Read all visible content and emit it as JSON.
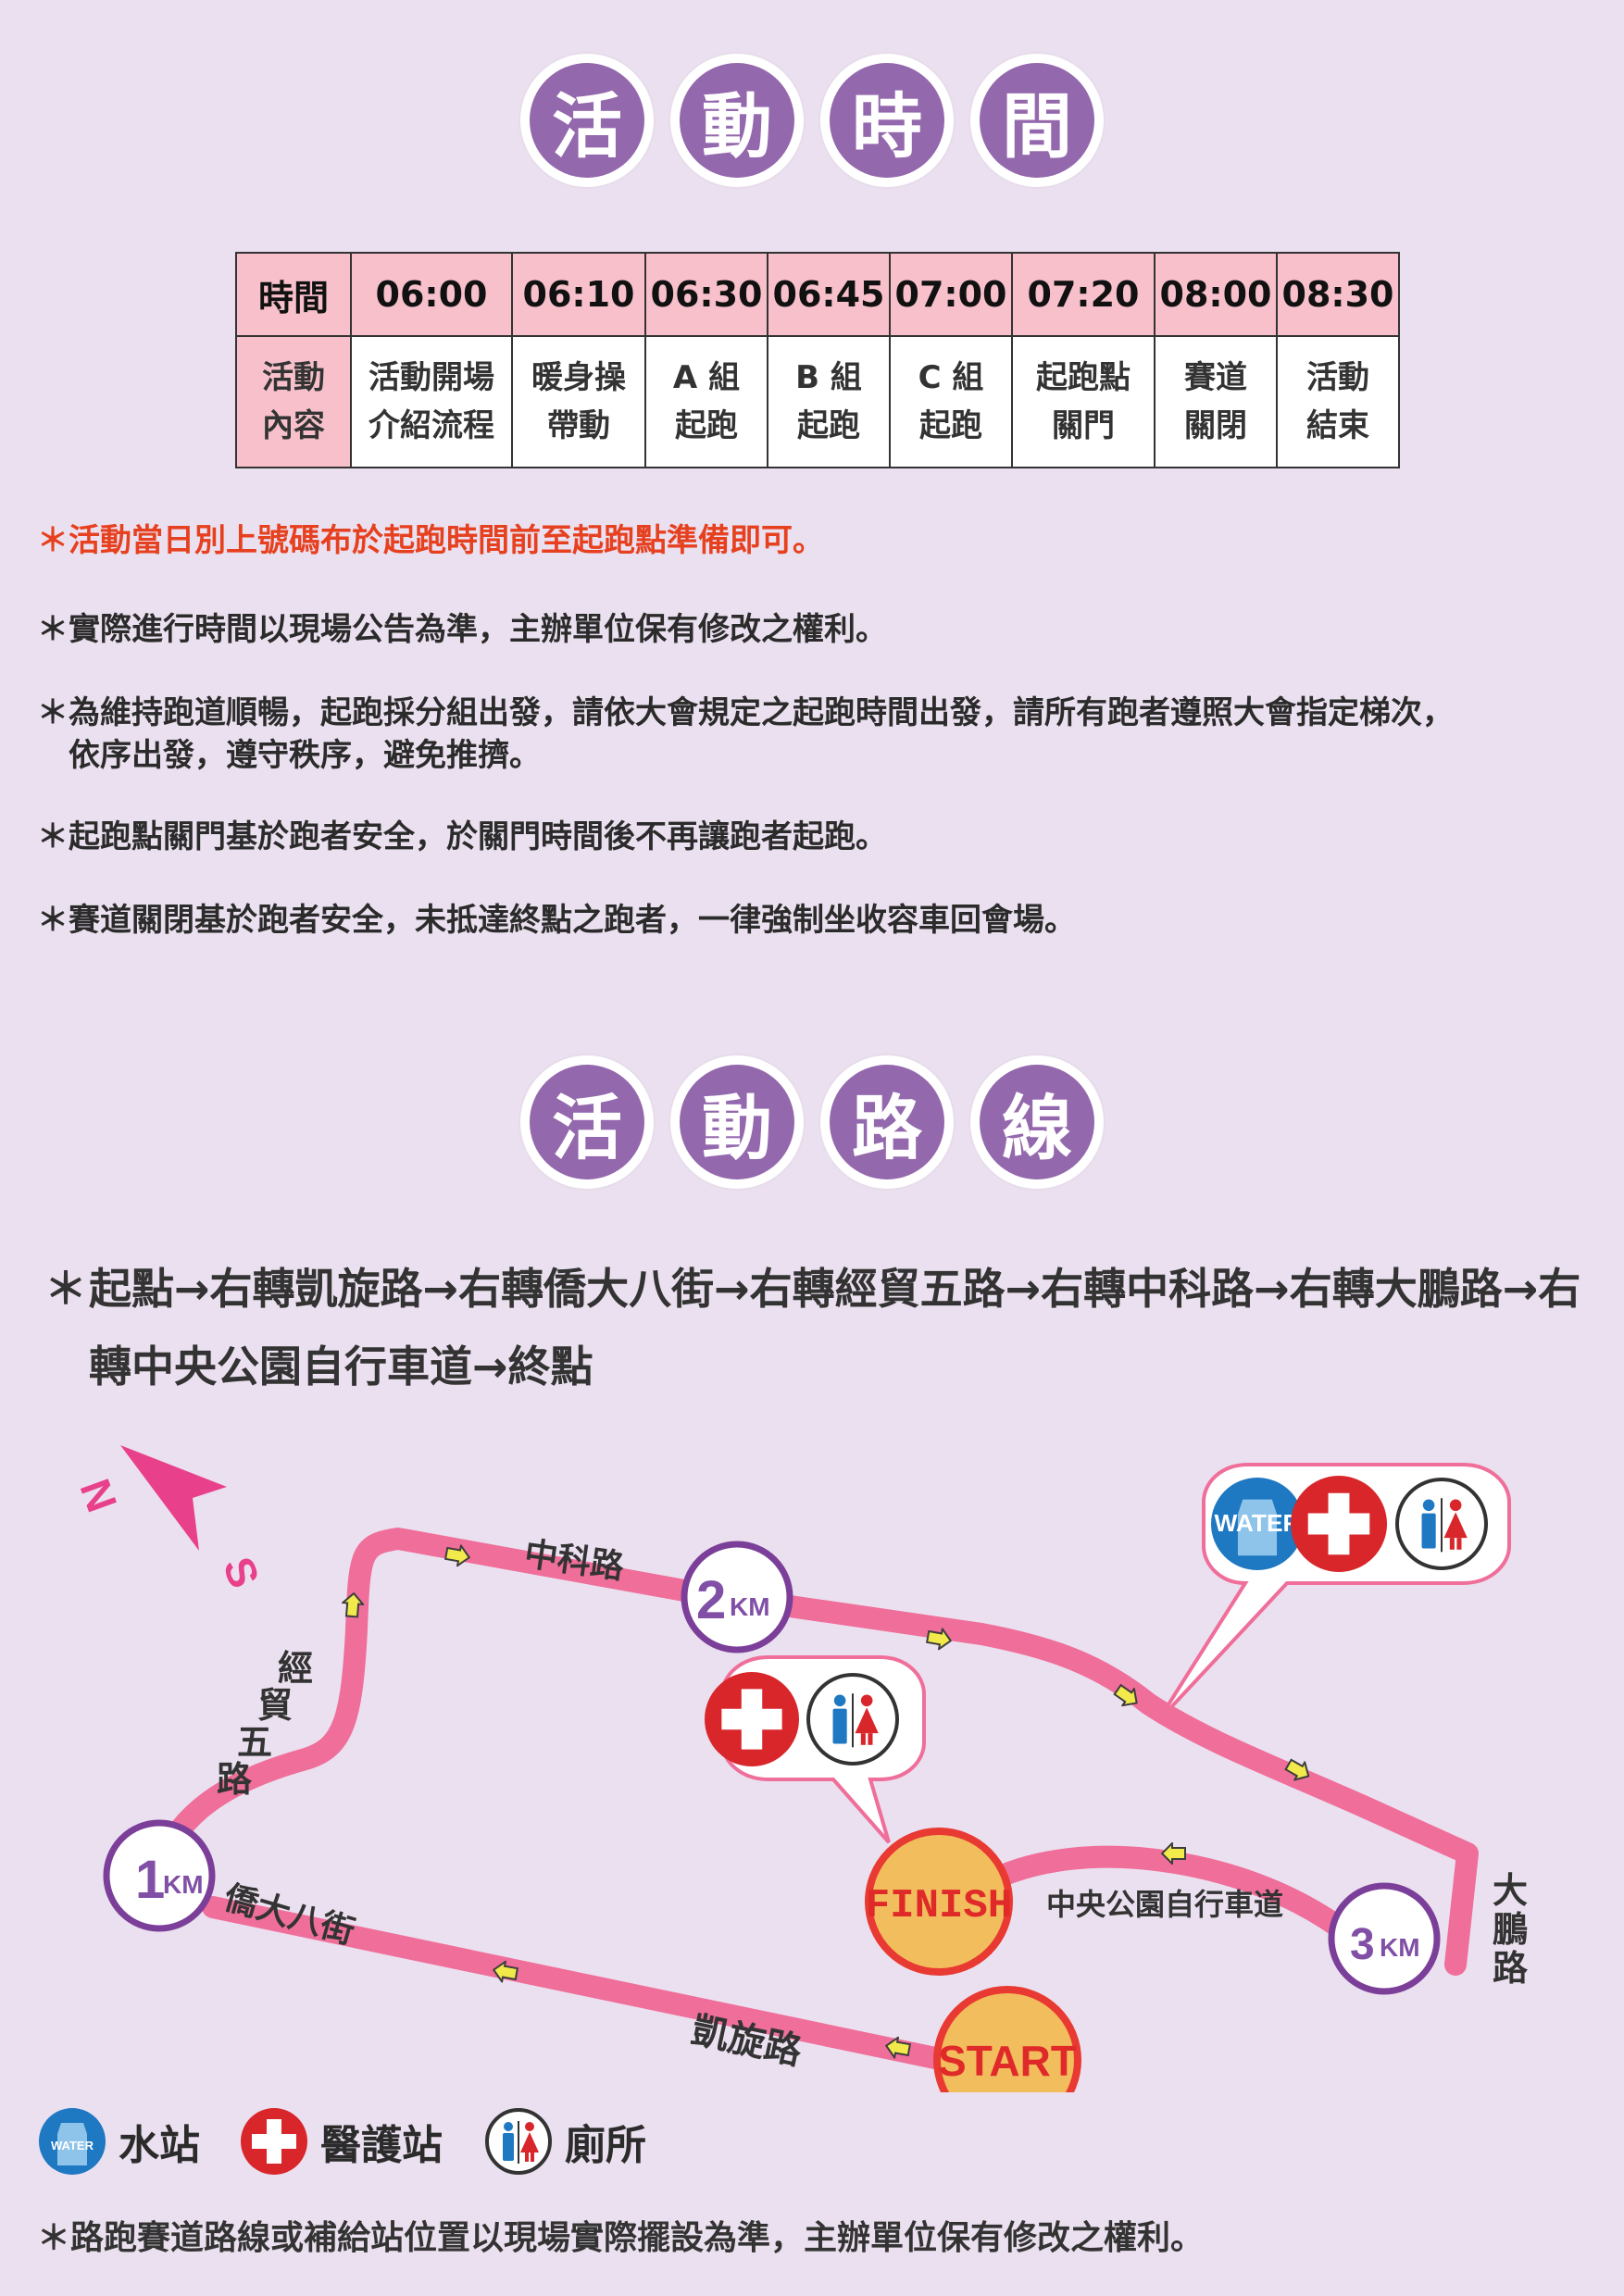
{
  "section1": {
    "title_chars": [
      "活",
      "動",
      "時",
      "間"
    ]
  },
  "schedule": {
    "row1_header": "時間",
    "row2_header_line1": "活動",
    "row2_header_line2": "內容",
    "items": [
      {
        "time": "06:00",
        "line1": "活動開場",
        "line2": "介紹流程"
      },
      {
        "time": "06:10",
        "line1": "暖身操",
        "line2": "帶動"
      },
      {
        "time": "06:30",
        "line1": "A 組",
        "line2": "起跑"
      },
      {
        "time": "06:45",
        "line1": "B 組",
        "line2": "起跑"
      },
      {
        "time": "07:00",
        "line1": "C 組",
        "line2": "起跑"
      },
      {
        "time": "07:20",
        "line1": "起跑點",
        "line2": "關門"
      },
      {
        "time": "08:00",
        "line1": "賽道",
        "line2": "關閉"
      },
      {
        "time": "08:30",
        "line1": "活動",
        "line2": "結束"
      }
    ]
  },
  "notes": [
    "＊活動當日別上號碼布於起跑時間前至起跑點準備即可。",
    "＊實際進行時間以現場公告為準，主辦單位保有修改之權利。",
    "＊為維持跑道順暢，起跑採分組出發，請依大會規定之起跑時間出發，請所有跑者遵照大會指定梯次，",
    "依序出發，遵守秩序，避免推擠。",
    "＊起跑點關門基於跑者安全，於關門時間後不再讓跑者起跑。",
    "＊賽道關閉基於跑者安全，未抵達終點之跑者，一律強制坐收容車回會場。"
  ],
  "section2": {
    "title_chars": [
      "活",
      "動",
      "路",
      "線"
    ]
  },
  "route": {
    "star": "＊",
    "description": "起點→右轉凱旋路→右轉僑大八街→右轉經貿五路→右轉中科路→右轉大鵬路→右轉中央公園自行車道→終點"
  },
  "map": {
    "compass_n": "N",
    "compass_s": "S",
    "roads": {
      "kaixuan": "凱旋路",
      "qiaoda": "僑大八街",
      "jingmao": "經貿五路",
      "zhongke": "中科路",
      "dapeng": "大鵬路",
      "park": "中央公園自行車道"
    },
    "km_markers": [
      {
        "num": "1",
        "unit": "KM"
      },
      {
        "num": "2",
        "unit": "KM"
      },
      {
        "num": "3",
        "unit": "KM"
      }
    ],
    "start_label": "START",
    "finish_label": "FINISH",
    "water_icon_text": "WATER",
    "colors": {
      "route": "#ef6e9a",
      "marker_ring": "#7b3f99",
      "marker_text": "#8150a6",
      "start_fill": "#f2bd5c",
      "start_ring": "#e83a32",
      "red_cross": "#d8262b"
    }
  },
  "legend": [
    {
      "icon": "water-icon",
      "label": "水站"
    },
    {
      "icon": "medical-cross-icon",
      "label": "醫護站"
    },
    {
      "icon": "restroom-icon",
      "label": "廁所"
    }
  ],
  "footer": "＊路跑賽道路線或補給站位置以現場實際擺設為準，主辦單位保有修改之權利。"
}
